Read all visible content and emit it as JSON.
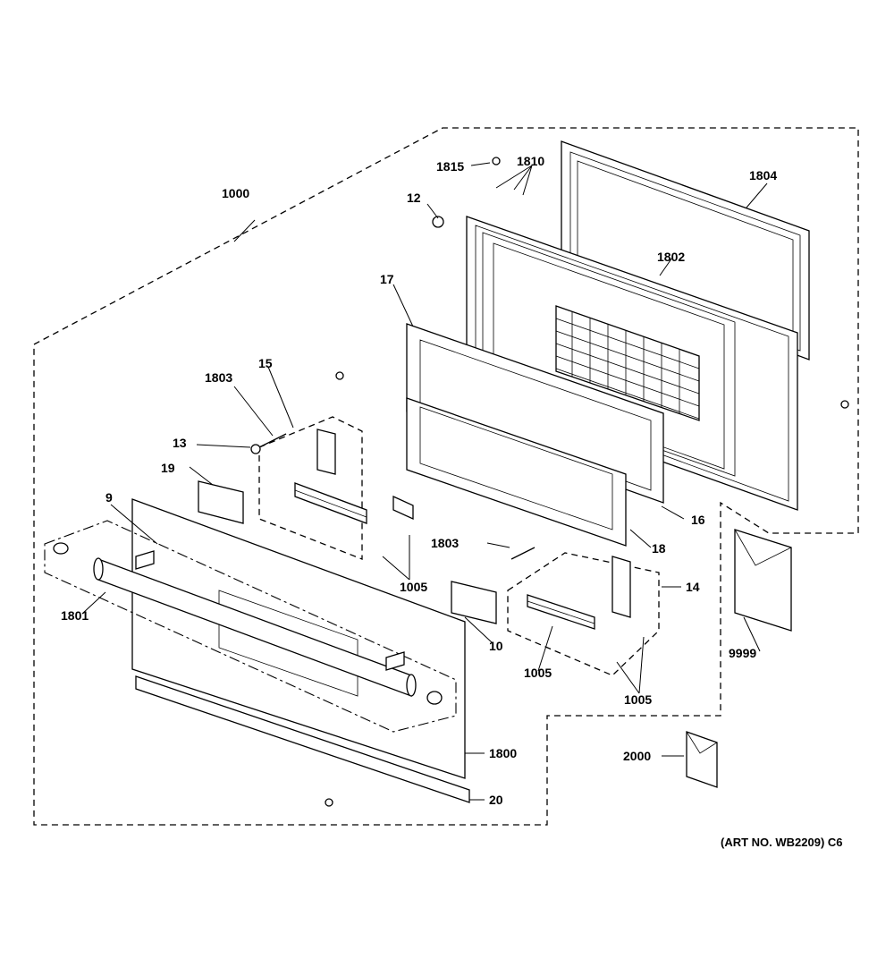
{
  "diagram": {
    "part_labels": [
      {
        "id": "p1000",
        "text": "1000"
      },
      {
        "id": "p1815",
        "text": "1815"
      },
      {
        "id": "p1810",
        "text": "1810"
      },
      {
        "id": "p1804",
        "text": "1804"
      },
      {
        "id": "p12",
        "text": "12"
      },
      {
        "id": "p1802",
        "text": "1802"
      },
      {
        "id": "p17",
        "text": "17"
      },
      {
        "id": "p15",
        "text": "15"
      },
      {
        "id": "p1803a",
        "text": "1803"
      },
      {
        "id": "p13",
        "text": "13"
      },
      {
        "id": "p19",
        "text": "19"
      },
      {
        "id": "p9",
        "text": "9"
      },
      {
        "id": "p16",
        "text": "16"
      },
      {
        "id": "p18",
        "text": "18"
      },
      {
        "id": "p1803b",
        "text": "1803"
      },
      {
        "id": "p14",
        "text": "14"
      },
      {
        "id": "p1005a",
        "text": "1005"
      },
      {
        "id": "p1801",
        "text": "1801"
      },
      {
        "id": "p10",
        "text": "10"
      },
      {
        "id": "p1005b",
        "text": "1005"
      },
      {
        "id": "p1005c",
        "text": "1005"
      },
      {
        "id": "p9999",
        "text": "9999"
      },
      {
        "id": "p1800",
        "text": "1800"
      },
      {
        "id": "p2000",
        "text": "2000"
      },
      {
        "id": "p20",
        "text": "20"
      }
    ],
    "art_number": "(ART NO. WB2209) C6"
  }
}
